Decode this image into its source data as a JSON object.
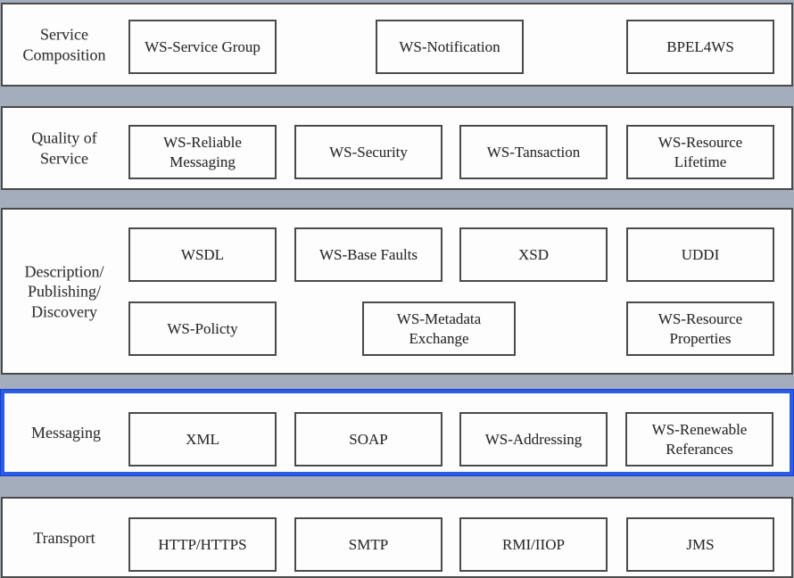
{
  "diagram": {
    "kind": "layered web services standards stack",
    "colors": {
      "background": "#a4adbb",
      "panel_background": "#fdfdfd",
      "panel_border": "#4a4a4a",
      "highlight_border": "#2a5ce4",
      "text": "#2e2e2e"
    },
    "layers": [
      {
        "label": "Service Composition",
        "highlighted": false,
        "boxes": [
          {
            "label": "WS-Service Group"
          },
          {
            "label": "WS-Notification"
          },
          {
            "label": "BPEL4WS"
          }
        ]
      },
      {
        "label": "Quality of Service",
        "highlighted": false,
        "boxes": [
          {
            "label": "WS-Reliable Messaging"
          },
          {
            "label": "WS-Security"
          },
          {
            "label": "WS-Tansaction"
          },
          {
            "label": "WS-Resource Lifetime"
          }
        ]
      },
      {
        "label": "Description/ Publishing/ Discovery",
        "highlighted": false,
        "boxes": [
          {
            "label": "WSDL"
          },
          {
            "label": "WS-Base Faults"
          },
          {
            "label": "XSD"
          },
          {
            "label": "UDDI"
          },
          {
            "label": "WS-Policty"
          },
          {
            "label": "WS-Metadata Exchange"
          },
          {
            "label": "WS-Resource Properties"
          }
        ]
      },
      {
        "label": "Messaging",
        "highlighted": true,
        "boxes": [
          {
            "label": "XML"
          },
          {
            "label": "SOAP"
          },
          {
            "label": "WS-Addressing"
          },
          {
            "label": "WS-Renewable Referances"
          }
        ]
      },
      {
        "label": "Transport",
        "highlighted": false,
        "boxes": [
          {
            "label": "HTTP/HTTPS"
          },
          {
            "label": "SMTP"
          },
          {
            "label": "RMI/IIOP"
          },
          {
            "label": "JMS"
          }
        ]
      }
    ]
  }
}
